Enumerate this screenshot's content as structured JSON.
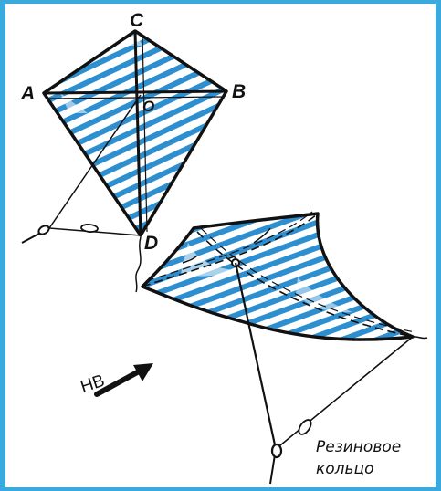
{
  "kite_top": {
    "vertex_a": "A",
    "vertex_b": "B",
    "vertex_c": "C",
    "vertex_d": "D",
    "center": "O"
  },
  "wind": {
    "label": "НВ"
  },
  "kite_bottom": {
    "ring_label_line1": "Резиновое",
    "ring_label_line2": "кольцо"
  },
  "colors": {
    "frame_border": "#3aa9dd",
    "hatch": "#2e8fd0",
    "ink": "#111111",
    "paper": "#ffffff"
  }
}
